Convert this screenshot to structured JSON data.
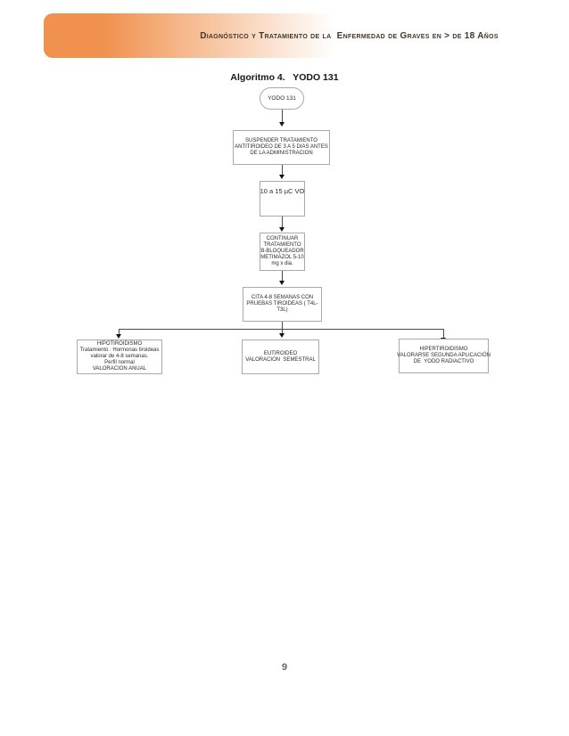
{
  "header": {
    "title": "Diagnóstico y Tratamiento de la  Enfermedad de Graves en > de 18 Años",
    "bar_color": "#F0914D"
  },
  "algorithm": {
    "title": "Algoritmo 4.   YODO 131",
    "nodes": {
      "start": "YODO 131",
      "suspend_treatment": "SUSPENDER TRATAMIENTO\nANTITIROIDEO DE 3 A 5 DIAS ANTES\nDE LA ADMINISTRACION",
      "dose": "10 a 15 µC VO",
      "continue_treatment": "CONTINUAR\nTRATAMIENTO\nB-BLOQUEADOR\nMETIMAZOL 5-10\nmg x dia.",
      "follow_up": "CITA 4-8 SEMANAS CON\nPRUEBAS TIROIDEAS ( T4L-\nT3L)",
      "outcome_hypothyroid": "HIPOTIROIDISMO\nTratamiento : Hormonas tiroideas\nvalorar de 4-8 semanas.\nPerfil normal\nVALORACION ANUAL",
      "outcome_euthyroid": "EUTIROIDEO\nVALORACION  SEMESTRAL",
      "outcome_hyperthyroid": "HIPERTIROIDISMO\nVALORARSE SEGUNDA APLICACIÓN\nDE  YODO RADIACTIVO"
    }
  },
  "footer": {
    "page_number": "9"
  }
}
